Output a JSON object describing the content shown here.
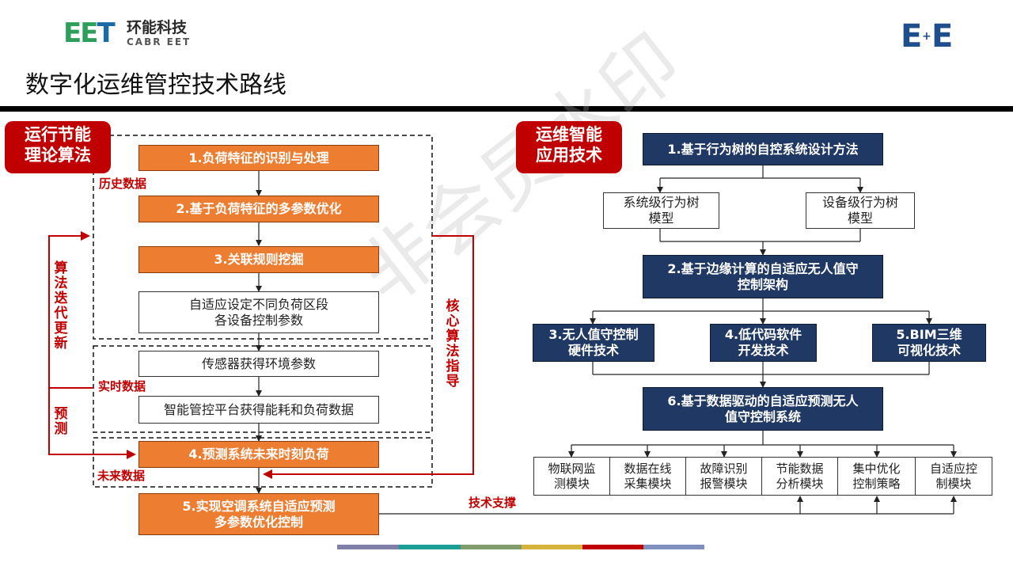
{
  "header": {
    "logo_mark": "EET",
    "logo_cn": "环能科技",
    "logo_en": "CABR EET",
    "logo_right": "E+E",
    "title": "数字化运维管控技术路线"
  },
  "left": {
    "tag": "运行节能\n理论算法",
    "steps": [
      "1.负荷特征的识别与处理",
      "2.基于负荷特征的多参数优化",
      "3.关联规则挖掘",
      "自适应设定不同负荷区段\n各设备控制参数",
      "传感器获得环境参数",
      "智能管控平台获得能耗和负荷数据",
      "4.预测系统未来时刻负荷",
      "5.实现空调系统自适应预测\n多参数优化控制"
    ],
    "labels": {
      "history": "历史数据",
      "realtime": "实时数据",
      "future": "未来数据",
      "iterate": "算法迭代更新",
      "predict": "预测",
      "core": "核心算法指导",
      "support": "技术支撑"
    }
  },
  "right": {
    "tag": "运维智能\n应用技术",
    "n1": "1.基于行为树的自控系统设计方法",
    "sys_tree": "系统级行为树\n模型",
    "dev_tree": "设备级行为树\n模型",
    "n2": "2.基于边缘计算的自适应无人值守\n控制架构",
    "n3": "3.无人值守控制\n硬件技术",
    "n4": "4.低代码软件\n开发技术",
    "n5": "5.BIM三维\n可视化技术",
    "n6": "6.基于数据驱动的自适应预测无人\n值守控制系统",
    "modules": [
      "物联网监\n测模块",
      "数据在线\n采集模块",
      "故障识别\n报警模块",
      "节能数据\n分析模块",
      "集中优化\n控制策略",
      "自适应控\n制模块"
    ]
  },
  "watermark": "非会员水印",
  "colors": {
    "orange": "#ed7d31",
    "navy": "#1f3864",
    "red": "#c00000",
    "bar": [
      "#7f7faa",
      "#1a9e95",
      "#7f9c6a",
      "#d6b33a",
      "#c00000",
      "#7e8fc0"
    ]
  }
}
